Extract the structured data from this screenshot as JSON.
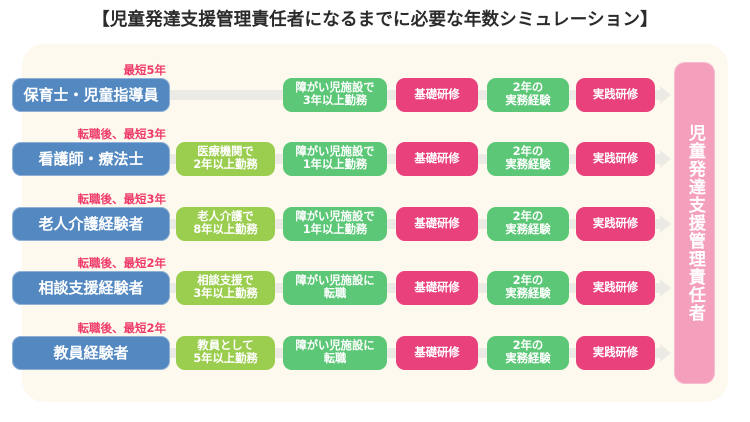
{
  "title": "【児童発達支援管理責任者になるまでに必要な年数シミュレーション】",
  "colors": {
    "background": "#ffffff",
    "panel": "#fdf9ee",
    "role_blue": "#5388c1",
    "light_green": "#9bcd4f",
    "green": "#5cc777",
    "pink": "#e8417c",
    "goal_pink": "#f4a0bc",
    "caption_red": "#ee3b6a",
    "connector_gray": "#eceae4"
  },
  "goal": {
    "label": "児童発達支援管理責任者"
  },
  "rows": [
    {
      "caption": "最短5年",
      "role": "保育士・児童指導員",
      "steps": [
        {
          "label": "",
          "color": "none",
          "column": 2,
          "empty": true
        },
        {
          "label": "障がい児施設で\n3年以上勤務",
          "color": "green",
          "column": 3
        },
        {
          "label": "基礎研修",
          "color": "pink",
          "column": 4
        },
        {
          "label": "2年の\n実務経験",
          "color": "green",
          "column": 5
        },
        {
          "label": "実践研修",
          "color": "pink",
          "column": 6
        }
      ]
    },
    {
      "caption": "転職後、最短3年",
      "role": "看護師・療法士",
      "steps": [
        {
          "label": "医療機関で\n2年以上勤務",
          "color": "light_green",
          "column": 2
        },
        {
          "label": "障がい児施設で\n1年以上勤務",
          "color": "green",
          "column": 3
        },
        {
          "label": "基礎研修",
          "color": "pink",
          "column": 4
        },
        {
          "label": "2年の\n実務経験",
          "color": "green",
          "column": 5
        },
        {
          "label": "実践研修",
          "color": "pink",
          "column": 6
        }
      ]
    },
    {
      "caption": "転職後、最短3年",
      "role": "老人介護経験者",
      "steps": [
        {
          "label": "老人介護で\n8年以上勤務",
          "color": "light_green",
          "column": 2
        },
        {
          "label": "障がい児施設で\n1年以上勤務",
          "color": "green",
          "column": 3
        },
        {
          "label": "基礎研修",
          "color": "pink",
          "column": 4
        },
        {
          "label": "2年の\n実務経験",
          "color": "green",
          "column": 5
        },
        {
          "label": "実践研修",
          "color": "pink",
          "column": 6
        }
      ]
    },
    {
      "caption": "転職後、最短2年",
      "role": "相談支援経験者",
      "steps": [
        {
          "label": "相談支援で\n3年以上勤務",
          "color": "light_green",
          "column": 2
        },
        {
          "label": "障がい児施設に\n転職",
          "color": "green",
          "column": 3
        },
        {
          "label": "基礎研修",
          "color": "pink",
          "column": 4
        },
        {
          "label": "2年の\n実務経験",
          "color": "green",
          "column": 5
        },
        {
          "label": "実践研修",
          "color": "pink",
          "column": 6
        }
      ]
    },
    {
      "caption": "転職後、最短2年",
      "role": "教員経験者",
      "steps": [
        {
          "label": "教員として\n5年以上勤務",
          "color": "light_green",
          "column": 2
        },
        {
          "label": "障がい児施設に\n転職",
          "color": "green",
          "column": 3
        },
        {
          "label": "基礎研修",
          "color": "pink",
          "column": 4
        },
        {
          "label": "2年の\n実務経験",
          "color": "green",
          "column": 5
        },
        {
          "label": "実践研修",
          "color": "pink",
          "column": 6
        }
      ]
    }
  ]
}
